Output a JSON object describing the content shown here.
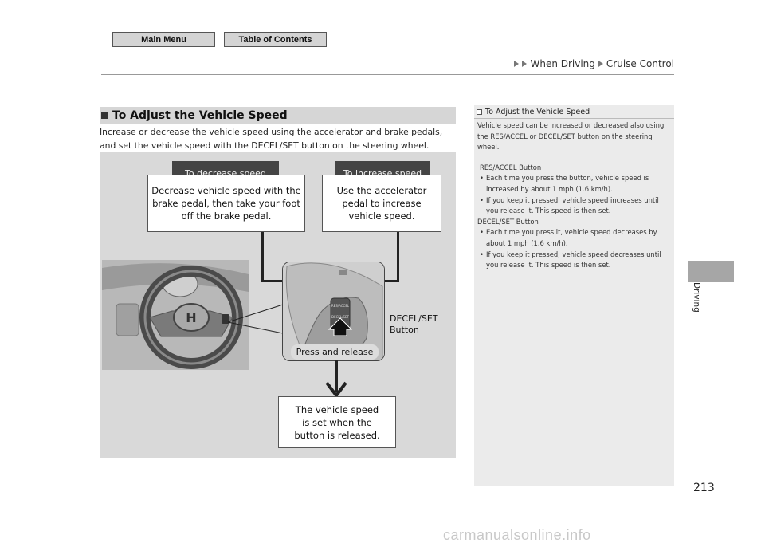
{
  "nav": {
    "main_menu": "Main Menu",
    "table_of_contents": "Table of Contents"
  },
  "breadcrumb": {
    "part1": "When Driving",
    "part2": "Cruise Control"
  },
  "section": {
    "title": "To Adjust the Vehicle Speed",
    "intro": "Increase or decrease the vehicle speed using the accelerator and brake pedals, and set the vehicle speed with the DECEL/SET button on the steering wheel."
  },
  "figure": {
    "decrease_tag": "To decrease speed",
    "decrease_text": "Decrease vehicle speed with the brake pedal, then take your foot off the brake pedal.",
    "increase_tag": "To increase speed",
    "increase_text": "Use the accelerator pedal to increase vehicle speed.",
    "button_label": "DECEL/SET Button",
    "press_label": "Press and release",
    "result_text": "The vehicle speed is set when the button is released.",
    "button_res": "RES/ACCEL",
    "button_set": "DECEL/SET",
    "logo": "H"
  },
  "sidenote": {
    "title": "To Adjust the Vehicle Speed",
    "intro": "Vehicle speed can be increased or decreased also using the RES/ACCEL or DECEL/SET button on the steering wheel.",
    "res_heading": "RES/ACCEL Button",
    "res_bullet1": "Each time you press the button, vehicle speed is increased by about 1 mph (1.6 km/h).",
    "res_bullet2": "If you keep it pressed, vehicle speed increases until you release it. This speed is then set.",
    "decel_heading": "DECEL/SET Button",
    "decel_bullet1": "Each time you press it, vehicle speed decreases by about 1 mph (1.6 km/h).",
    "decel_bullet2": "If you keep it pressed, vehicle speed decreases until you release it. This speed is then set."
  },
  "side_tab": "Driving",
  "page_number": "213",
  "watermark": "carmanualsonline.info"
}
